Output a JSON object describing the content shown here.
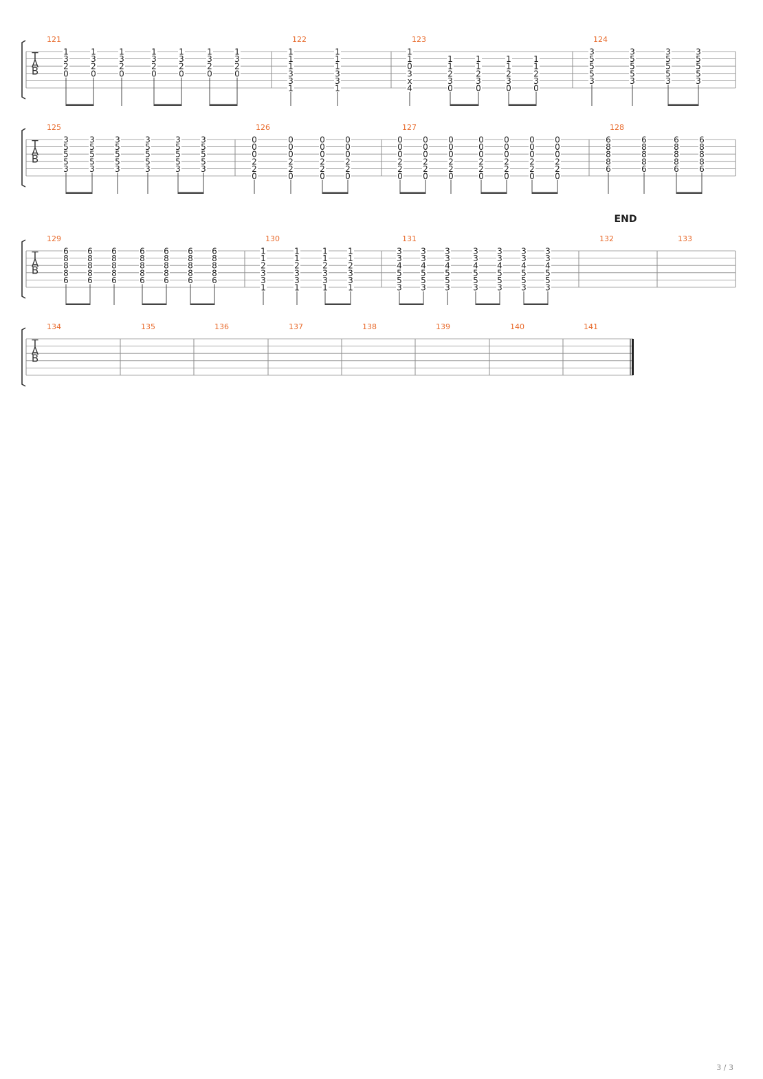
{
  "score": {
    "tab_clef": [
      "T",
      "A",
      "B"
    ],
    "end_marker": "END",
    "page_number": "3 / 3",
    "colors": {
      "measure_number": "#e8692a",
      "notes": "#1f1f1f",
      "staff_line": "#8c8c8c",
      "barline": "#8c8c8c"
    },
    "systems": [
      {
        "measures": [
          {
            "number": "121",
            "beats": [
              {
                "frets": [
                  "1",
                  "3",
                  "2",
                  "0",
                  "",
                  ""
                ],
                "stem": "beam-start"
              },
              {
                "frets": [
                  "1",
                  "3",
                  "2",
                  "0",
                  "",
                  ""
                ],
                "stem": "beam-end"
              },
              {
                "frets": [
                  "1",
                  "3",
                  "2",
                  "0",
                  "",
                  ""
                ],
                "stem": "single"
              },
              {
                "frets": [
                  "1",
                  "3",
                  "2",
                  "0",
                  "",
                  ""
                ],
                "stem": "beam-start"
              },
              {
                "frets": [
                  "1",
                  "3",
                  "2",
                  "0",
                  "",
                  ""
                ],
                "stem": "beam-end"
              },
              {
                "frets": [
                  "1",
                  "3",
                  "2",
                  "0",
                  "",
                  ""
                ],
                "stem": "beam-start"
              },
              {
                "frets": [
                  "1",
                  "3",
                  "2",
                  "0",
                  "",
                  ""
                ],
                "stem": "beam-end"
              }
            ]
          },
          {
            "number": "122",
            "beats": [
              {
                "frets": [
                  "1",
                  "1",
                  "1",
                  "3",
                  "3",
                  "1"
                ],
                "stem": "single"
              },
              {
                "frets": [
                  "1",
                  "1",
                  "1",
                  "3",
                  "3",
                  "1"
                ],
                "stem": "single"
              }
            ]
          },
          {
            "number": "123",
            "beats": [
              {
                "frets": [
                  "1",
                  "1",
                  "0",
                  "3",
                  "x",
                  "4"
                ],
                "stem": "single"
              },
              {
                "frets": [
                  "",
                  "1",
                  "1",
                  "2",
                  "3",
                  "0"
                ],
                "stem": "beam-start"
              },
              {
                "frets": [
                  "",
                  "1",
                  "1",
                  "2",
                  "3",
                  "0"
                ],
                "stem": "beam-end"
              },
              {
                "frets": [
                  "",
                  "1",
                  "1",
                  "2",
                  "3",
                  "0"
                ],
                "stem": "beam-start"
              },
              {
                "frets": [
                  "",
                  "1",
                  "1",
                  "2",
                  "3",
                  "0"
                ],
                "stem": "beam-end"
              }
            ]
          },
          {
            "number": "124",
            "beats": [
              {
                "frets": [
                  "3",
                  "5",
                  "5",
                  "5",
                  "3",
                  ""
                ],
                "stem": "single"
              },
              {
                "frets": [
                  "3",
                  "5",
                  "5",
                  "5",
                  "3",
                  ""
                ],
                "stem": "single"
              },
              {
                "frets": [
                  "3",
                  "5",
                  "5",
                  "5",
                  "3",
                  ""
                ],
                "stem": "beam-start"
              },
              {
                "frets": [
                  "3",
                  "5",
                  "5",
                  "5",
                  "3",
                  ""
                ],
                "stem": "beam-end"
              }
            ]
          }
        ]
      },
      {
        "measures": [
          {
            "number": "125",
            "beats": [
              {
                "frets": [
                  "3",
                  "5",
                  "5",
                  "5",
                  "3",
                  ""
                ],
                "stem": "beam-start"
              },
              {
                "frets": [
                  "3",
                  "5",
                  "5",
                  "5",
                  "3",
                  ""
                ],
                "stem": "beam-end"
              },
              {
                "frets": [
                  "3",
                  "5",
                  "5",
                  "5",
                  "3",
                  ""
                ],
                "stem": "single"
              },
              {
                "frets": [
                  "3",
                  "5",
                  "5",
                  "5",
                  "3",
                  ""
                ],
                "stem": "single"
              },
              {
                "frets": [
                  "3",
                  "5",
                  "5",
                  "5",
                  "3",
                  ""
                ],
                "stem": "beam-start"
              },
              {
                "frets": [
                  "3",
                  "5",
                  "5",
                  "5",
                  "3",
                  ""
                ],
                "stem": "beam-end"
              }
            ]
          },
          {
            "number": "126",
            "beats": [
              {
                "frets": [
                  "0",
                  "0",
                  "0",
                  "2",
                  "2",
                  "0"
                ],
                "stem": "single"
              },
              {
                "frets": [
                  "0",
                  "0",
                  "0",
                  "2",
                  "2",
                  "0"
                ],
                "stem": "single"
              },
              {
                "frets": [
                  "0",
                  "0",
                  "0",
                  "2",
                  "2",
                  "0"
                ],
                "stem": "beam-start"
              },
              {
                "frets": [
                  "0",
                  "0",
                  "0",
                  "2",
                  "2",
                  "0"
                ],
                "stem": "beam-end"
              }
            ]
          },
          {
            "number": "127",
            "beats": [
              {
                "frets": [
                  "0",
                  "0",
                  "0",
                  "2",
                  "2",
                  "0"
                ],
                "stem": "beam-start"
              },
              {
                "frets": [
                  "0",
                  "0",
                  "0",
                  "2",
                  "2",
                  "0"
                ],
                "stem": "beam-end"
              },
              {
                "frets": [
                  "0",
                  "0",
                  "0",
                  "2",
                  "2",
                  "0"
                ],
                "stem": "single"
              },
              {
                "frets": [
                  "0",
                  "0",
                  "0",
                  "2",
                  "2",
                  "0"
                ],
                "stem": "beam-start"
              },
              {
                "frets": [
                  "0",
                  "0",
                  "0",
                  "2",
                  "2",
                  "0"
                ],
                "stem": "beam-end"
              },
              {
                "frets": [
                  "0",
                  "0",
                  "0",
                  "2",
                  "2",
                  "0"
                ],
                "stem": "beam-start"
              },
              {
                "frets": [
                  "0",
                  "0",
                  "0",
                  "2",
                  "2",
                  "0"
                ],
                "stem": "beam-end"
              }
            ]
          },
          {
            "number": "128",
            "beats": [
              {
                "frets": [
                  "6",
                  "8",
                  "8",
                  "8",
                  "6",
                  ""
                ],
                "stem": "single"
              },
              {
                "frets": [
                  "6",
                  "8",
                  "8",
                  "8",
                  "6",
                  ""
                ],
                "stem": "single"
              },
              {
                "frets": [
                  "6",
                  "8",
                  "8",
                  "8",
                  "6",
                  ""
                ],
                "stem": "beam-start"
              },
              {
                "frets": [
                  "6",
                  "8",
                  "8",
                  "8",
                  "6",
                  ""
                ],
                "stem": "beam-end"
              }
            ]
          }
        ]
      },
      {
        "measures": [
          {
            "number": "129",
            "beats": [
              {
                "frets": [
                  "6",
                  "8",
                  "8",
                  "8",
                  "6",
                  ""
                ],
                "stem": "beam-start"
              },
              {
                "frets": [
                  "6",
                  "8",
                  "8",
                  "8",
                  "6",
                  ""
                ],
                "stem": "beam-end"
              },
              {
                "frets": [
                  "6",
                  "8",
                  "8",
                  "8",
                  "6",
                  ""
                ],
                "stem": "single"
              },
              {
                "frets": [
                  "6",
                  "8",
                  "8",
                  "8",
                  "6",
                  ""
                ],
                "stem": "beam-start"
              },
              {
                "frets": [
                  "6",
                  "8",
                  "8",
                  "8",
                  "6",
                  ""
                ],
                "stem": "beam-end"
              },
              {
                "frets": [
                  "6",
                  "8",
                  "8",
                  "8",
                  "6",
                  ""
                ],
                "stem": "beam-start"
              },
              {
                "frets": [
                  "6",
                  "8",
                  "8",
                  "8",
                  "6",
                  ""
                ],
                "stem": "beam-end"
              }
            ]
          },
          {
            "number": "130",
            "beats": [
              {
                "frets": [
                  "1",
                  "1",
                  "2",
                  "3",
                  "3",
                  "1"
                ],
                "stem": "single"
              },
              {
                "frets": [
                  "1",
                  "1",
                  "2",
                  "3",
                  "3",
                  "1"
                ],
                "stem": "single"
              },
              {
                "frets": [
                  "1",
                  "1",
                  "2",
                  "3",
                  "3",
                  "1"
                ],
                "stem": "beam-start"
              },
              {
                "frets": [
                  "1",
                  "1",
                  "2",
                  "3",
                  "3",
                  "1"
                ],
                "stem": "beam-end"
              }
            ]
          },
          {
            "number": "131",
            "beats": [
              {
                "frets": [
                  "3",
                  "3",
                  "4",
                  "5",
                  "5",
                  "3"
                ],
                "stem": "beam-start"
              },
              {
                "frets": [
                  "3",
                  "3",
                  "4",
                  "5",
                  "5",
                  "3"
                ],
                "stem": "beam-end"
              },
              {
                "frets": [
                  "3",
                  "3",
                  "4",
                  "5",
                  "5",
                  "3"
                ],
                "stem": "single"
              },
              {
                "frets": [
                  "3",
                  "3",
                  "4",
                  "5",
                  "5",
                  "3"
                ],
                "stem": "beam-start"
              },
              {
                "frets": [
                  "3",
                  "3",
                  "4",
                  "5",
                  "5",
                  "3"
                ],
                "stem": "beam-end"
              },
              {
                "frets": [
                  "3",
                  "3",
                  "4",
                  "5",
                  "5",
                  "3"
                ],
                "stem": "beam-start"
              },
              {
                "frets": [
                  "3",
                  "3",
                  "4",
                  "5",
                  "5",
                  "3"
                ],
                "stem": "beam-end"
              }
            ]
          },
          {
            "number": "132",
            "beats": []
          },
          {
            "number": "133",
            "beats": []
          }
        ]
      },
      {
        "measures": [
          {
            "number": "134",
            "beats": []
          },
          {
            "number": "135",
            "beats": []
          },
          {
            "number": "136",
            "beats": []
          },
          {
            "number": "137",
            "beats": []
          },
          {
            "number": "138",
            "beats": []
          },
          {
            "number": "139",
            "beats": []
          },
          {
            "number": "140",
            "beats": []
          },
          {
            "number": "141",
            "beats": []
          }
        ]
      }
    ]
  }
}
